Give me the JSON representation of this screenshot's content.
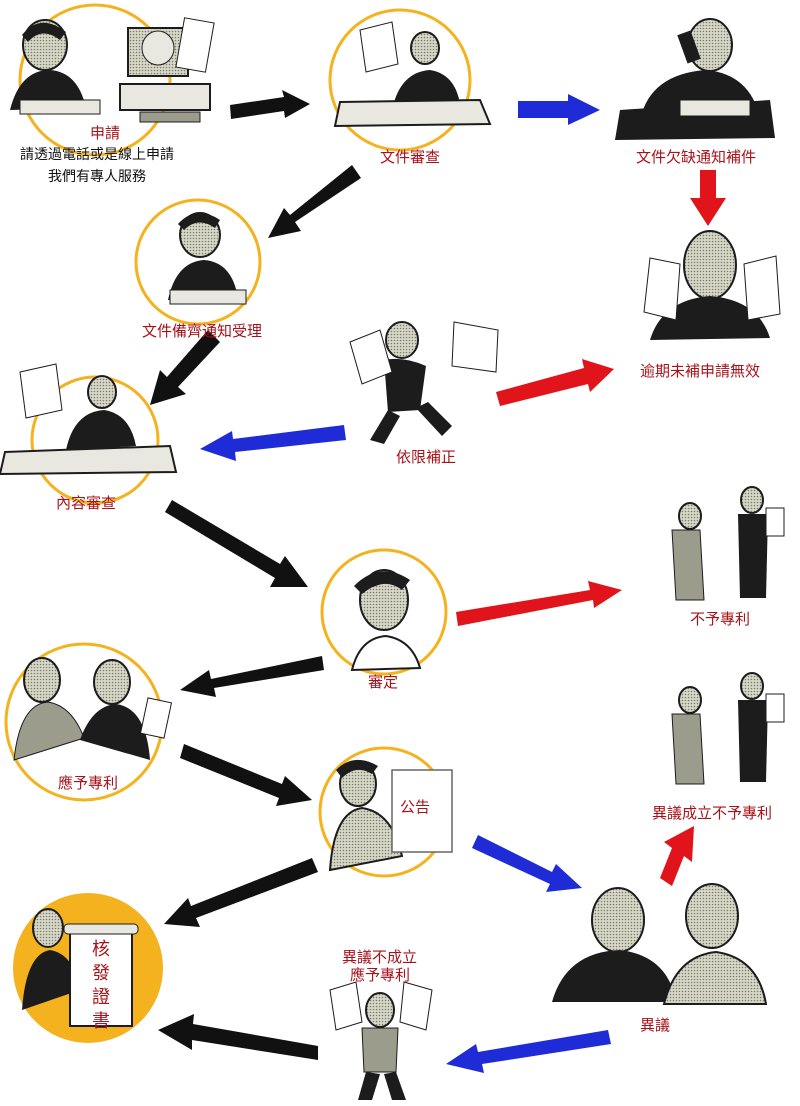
{
  "colors": {
    "ring": "#f5b21f",
    "ring_fill_gold": "#f5b21f",
    "label_red": "#a8121a",
    "arrow_black": "#111111",
    "arrow_blue": "#1f2bd6",
    "arrow_red": "#e0141a",
    "figure_dark": "#1c1c1c",
    "figure_gray": "#9c9c8c"
  },
  "nodes": {
    "apply": {
      "title": "申請",
      "line1": "請透過電話或是線上申請",
      "line2": "我們有專人服務"
    },
    "doc_review": {
      "title": "文件審查"
    },
    "doc_missing": {
      "title": "文件欠缺通知補件"
    },
    "doc_complete": {
      "title": "文件備齊通知受理"
    },
    "overdue": {
      "title": "逾期未補申請無效"
    },
    "supplement": {
      "title": "依限補正"
    },
    "content_review": {
      "title": "內容審查"
    },
    "decision": {
      "title": "審定"
    },
    "reject": {
      "title": "不予專利"
    },
    "grant": {
      "title": "應予專利"
    },
    "announce": {
      "title": "公告"
    },
    "opposition_upheld": {
      "title": "異議成立不予專利"
    },
    "certificate": {
      "title": "核發證書"
    },
    "opposition_rejected": {
      "line1": "異議不成立",
      "line2": "應予專利"
    },
    "opposition": {
      "title": "異議"
    }
  }
}
